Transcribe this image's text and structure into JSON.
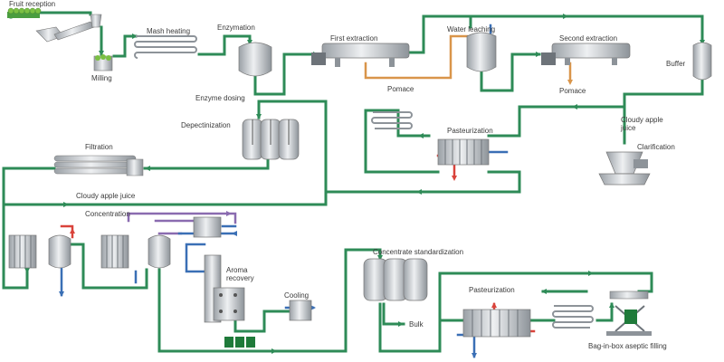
{
  "colors": {
    "main_flow": "#2e8b57",
    "pomace": "#d9954a",
    "hot": "#d9433b",
    "cold": "#3a6fb5",
    "aroma": "#8a6bb0",
    "equipment": "#c9cdd2",
    "text": "#3a3a3a"
  },
  "labels": {
    "fruit_reception": "Fruit reception",
    "milling": "Milling",
    "mash_heating": "Mash heating",
    "enzymation": "Enzymation",
    "enzyme_dosing": "Enzyme dosing",
    "first_extraction": "First extraction",
    "pomace_1": "Pomace",
    "water_leaching": "Water leaching",
    "second_extraction": "Second extraction",
    "pomace_2": "Pomace",
    "buffer": "Buffer",
    "depectinization": "Depectinization",
    "pasteurization_1": "Pasteurization",
    "cloudy_apple_juice_right": "Cloudy apple juice",
    "clarification": "Clarification",
    "filtration": "Filtration",
    "cloudy_apple_juice_left": "Cloudy apple juice",
    "concentration": "Concentration",
    "aroma_recovery": "Aroma recovery",
    "cooling": "Cooling",
    "concentrate_standardization": "Concentrate standardization",
    "bulk": "Bulk",
    "pasteurization_2": "Pasteurization",
    "bag_in_box": "Bag-in-box aseptic filling"
  }
}
